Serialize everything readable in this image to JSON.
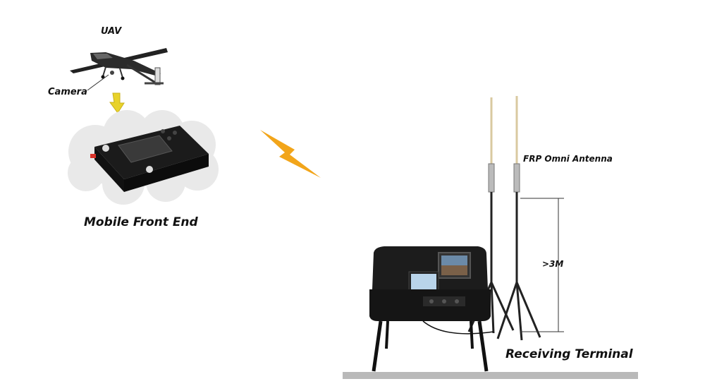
{
  "labels": {
    "uav": "UAV",
    "camera": "Camera",
    "mobile_front_end": "Mobile Front End",
    "frp_omni_antenna": "FRP Omni Antenna",
    "height": ">3M",
    "receiving_terminal": "Receiving Terminal"
  },
  "colors": {
    "bolt": "#f2a51a",
    "arrow": "#e8d22a",
    "ground": "#b9b9b9",
    "device": "#1a1a1a",
    "cloud": "#e9e9e9"
  }
}
